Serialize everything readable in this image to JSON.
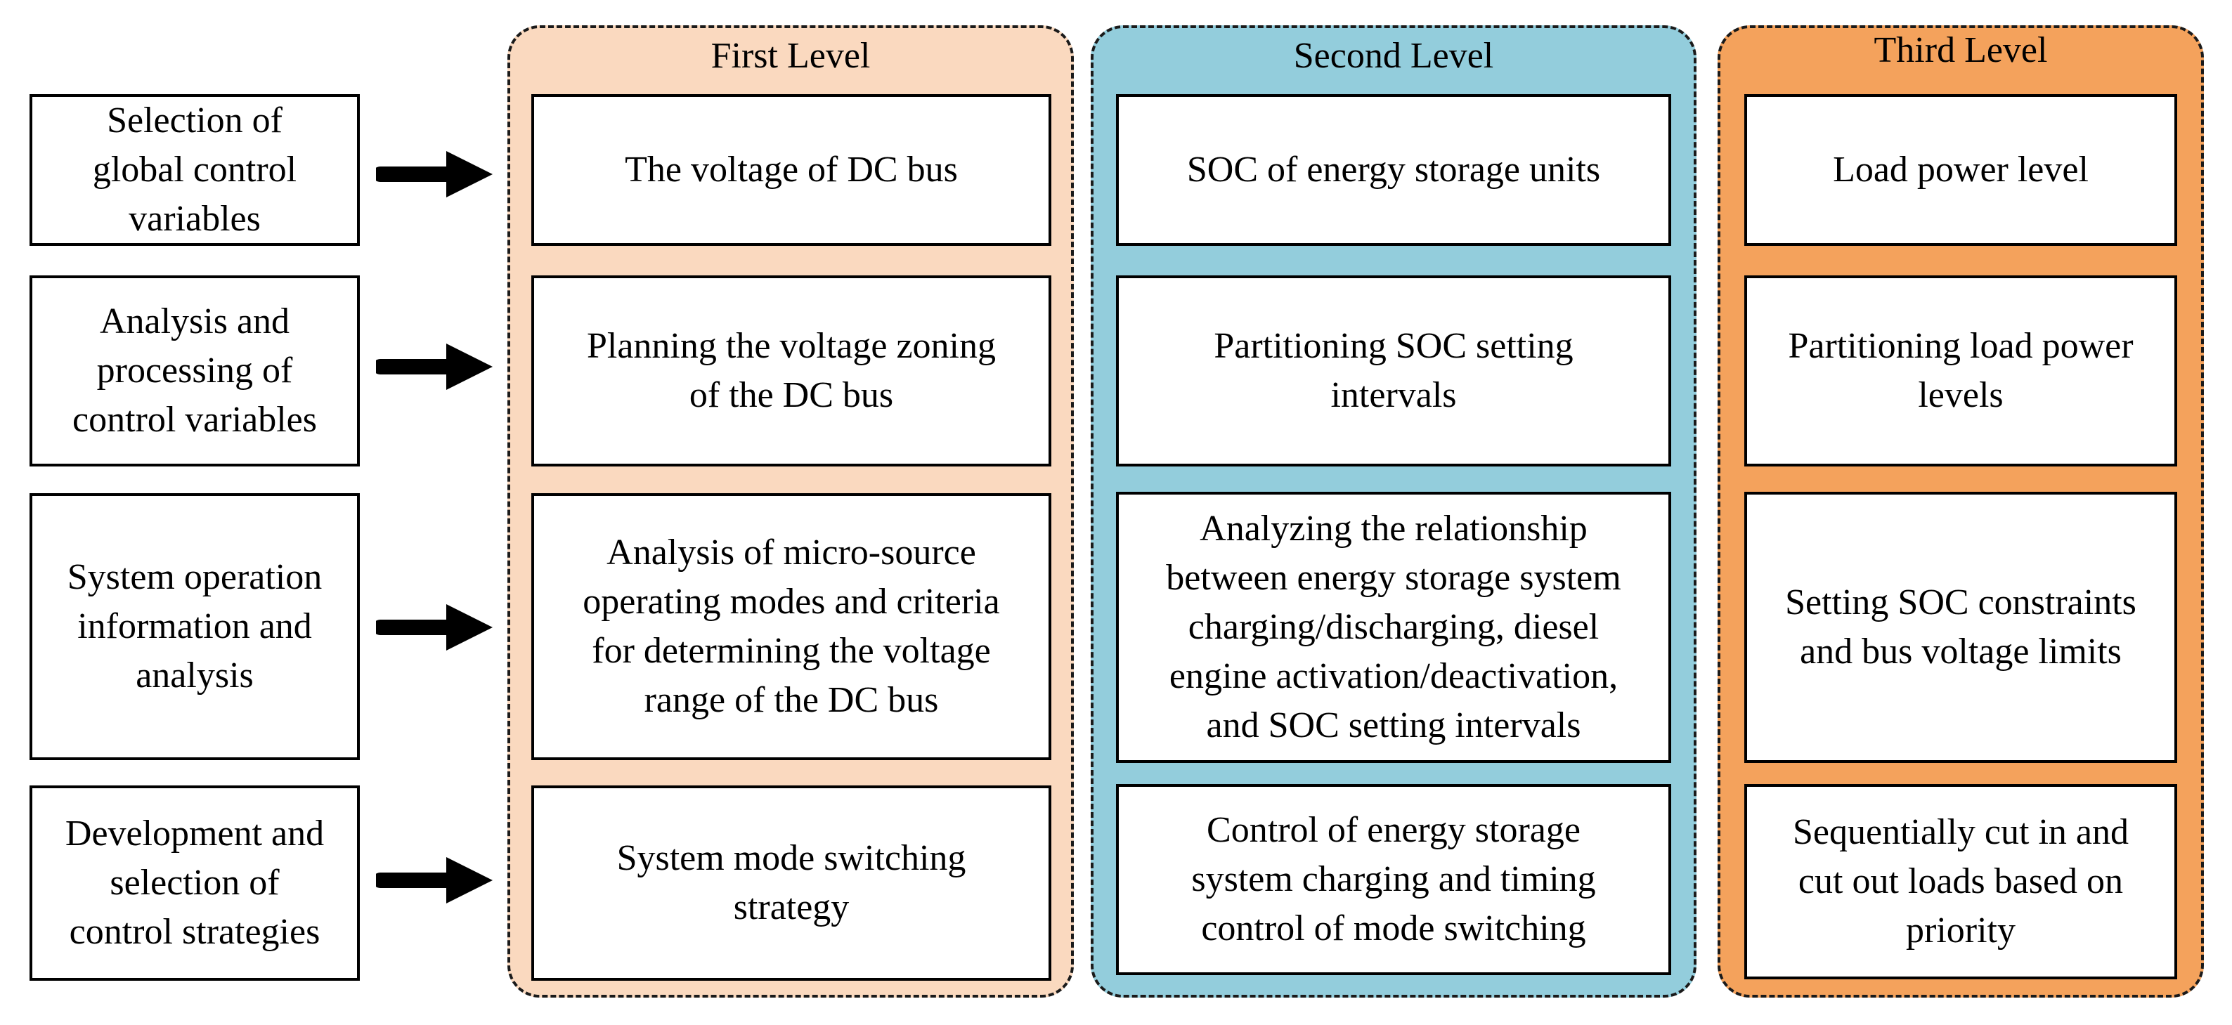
{
  "colors": {
    "first_level_fill": "#fad9bf",
    "second_level_fill": "#93cddc",
    "third_level_fill": "#f4a25c",
    "arrow": "#000000"
  },
  "rows": [
    {
      "label": "Selection of\nglobal control\nvariables"
    },
    {
      "label": "Analysis and\nprocessing of\ncontrol variables"
    },
    {
      "label": "System operation\ninformation and\nanalysis"
    },
    {
      "label": "Development and\nselection of\ncontrol strategies"
    }
  ],
  "levels": [
    {
      "title": "First Level",
      "cells": [
        "The voltage of DC bus",
        "Planning the voltage zoning\nof the DC bus",
        "Analysis of micro-source\noperating modes and criteria\nfor determining the voltage\nrange of the DC bus",
        "System mode switching\nstrategy"
      ]
    },
    {
      "title": "Second Level",
      "cells": [
        "SOC of energy storage units",
        "Partitioning SOC setting\nintervals",
        "Analyzing the relationship\nbetween energy storage system\ncharging/discharging, diesel\nengine activation/deactivation,\nand SOC setting intervals",
        "Control of energy storage\nsystem charging and timing\ncontrol of mode switching"
      ]
    },
    {
      "title": "Third Level",
      "cells": [
        "Load power level",
        "Partitioning load power\nlevels",
        "Setting SOC constraints\nand bus voltage limits",
        "Sequentially cut in and\ncut out loads based on\npriority"
      ]
    }
  ]
}
